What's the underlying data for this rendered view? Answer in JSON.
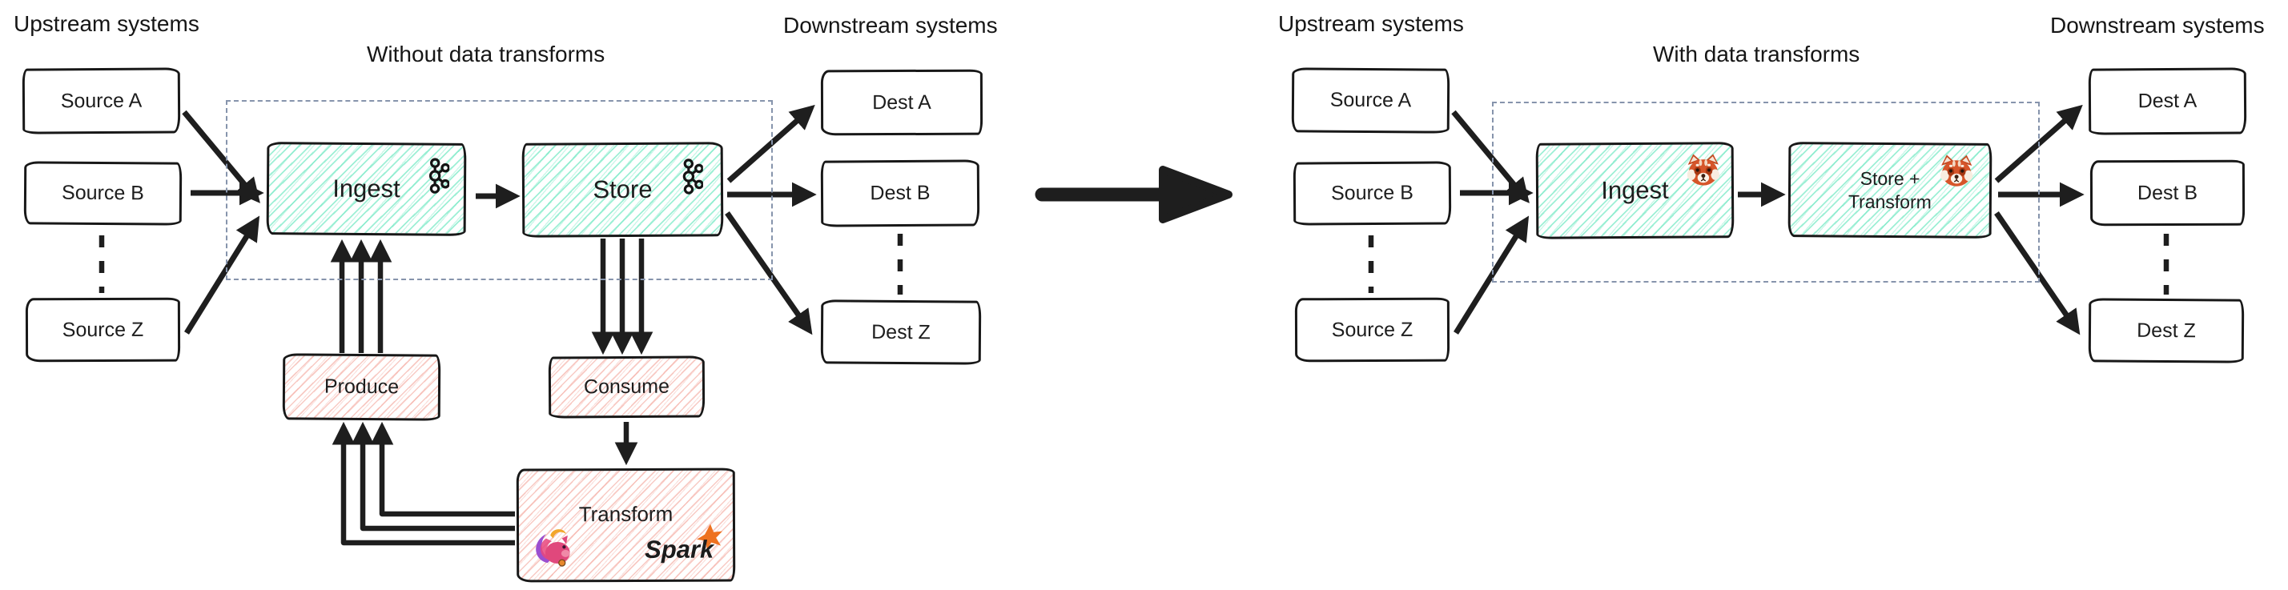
{
  "left": {
    "upstream_label": "Upstream systems",
    "downstream_label": "Downstream systems",
    "title": "Without data transforms",
    "sources": [
      "Source A",
      "Source B",
      "Source Z"
    ],
    "dests": [
      "Dest A",
      "Dest B",
      "Dest Z"
    ],
    "ingest_label": "Ingest",
    "store_label": "Store",
    "produce_label": "Produce",
    "consume_label": "Consume",
    "transform_label": "Transform",
    "spark_label": "Spark",
    "icons": {
      "ingest": "kafka-icon",
      "store": "kafka-icon",
      "transform_left": "flink-squirrel-icon",
      "transform_right": "spark-star-icon"
    }
  },
  "right": {
    "upstream_label": "Upstream systems",
    "downstream_label": "Downstream systems",
    "title": "With data transforms",
    "sources": [
      "Source A",
      "Source B",
      "Source Z"
    ],
    "dests": [
      "Dest A",
      "Dest B",
      "Dest Z"
    ],
    "ingest_label": "Ingest",
    "store_transform_line1": "Store +",
    "store_transform_line2": "Transform",
    "icons": {
      "ingest": "redpanda-icon",
      "store_transform": "redpanda-icon"
    }
  },
  "colors": {
    "teal_hatch": "#69e7bf",
    "pink_hatch": "#f4a69c",
    "dashed_zone": "#8694ac",
    "arrow": "#1e1e1e",
    "spark_orange": "#ee7220",
    "redpanda_orange": "#d6552a",
    "flink_pink": "#e0487c",
    "flink_purple": "#9b4fd0"
  }
}
